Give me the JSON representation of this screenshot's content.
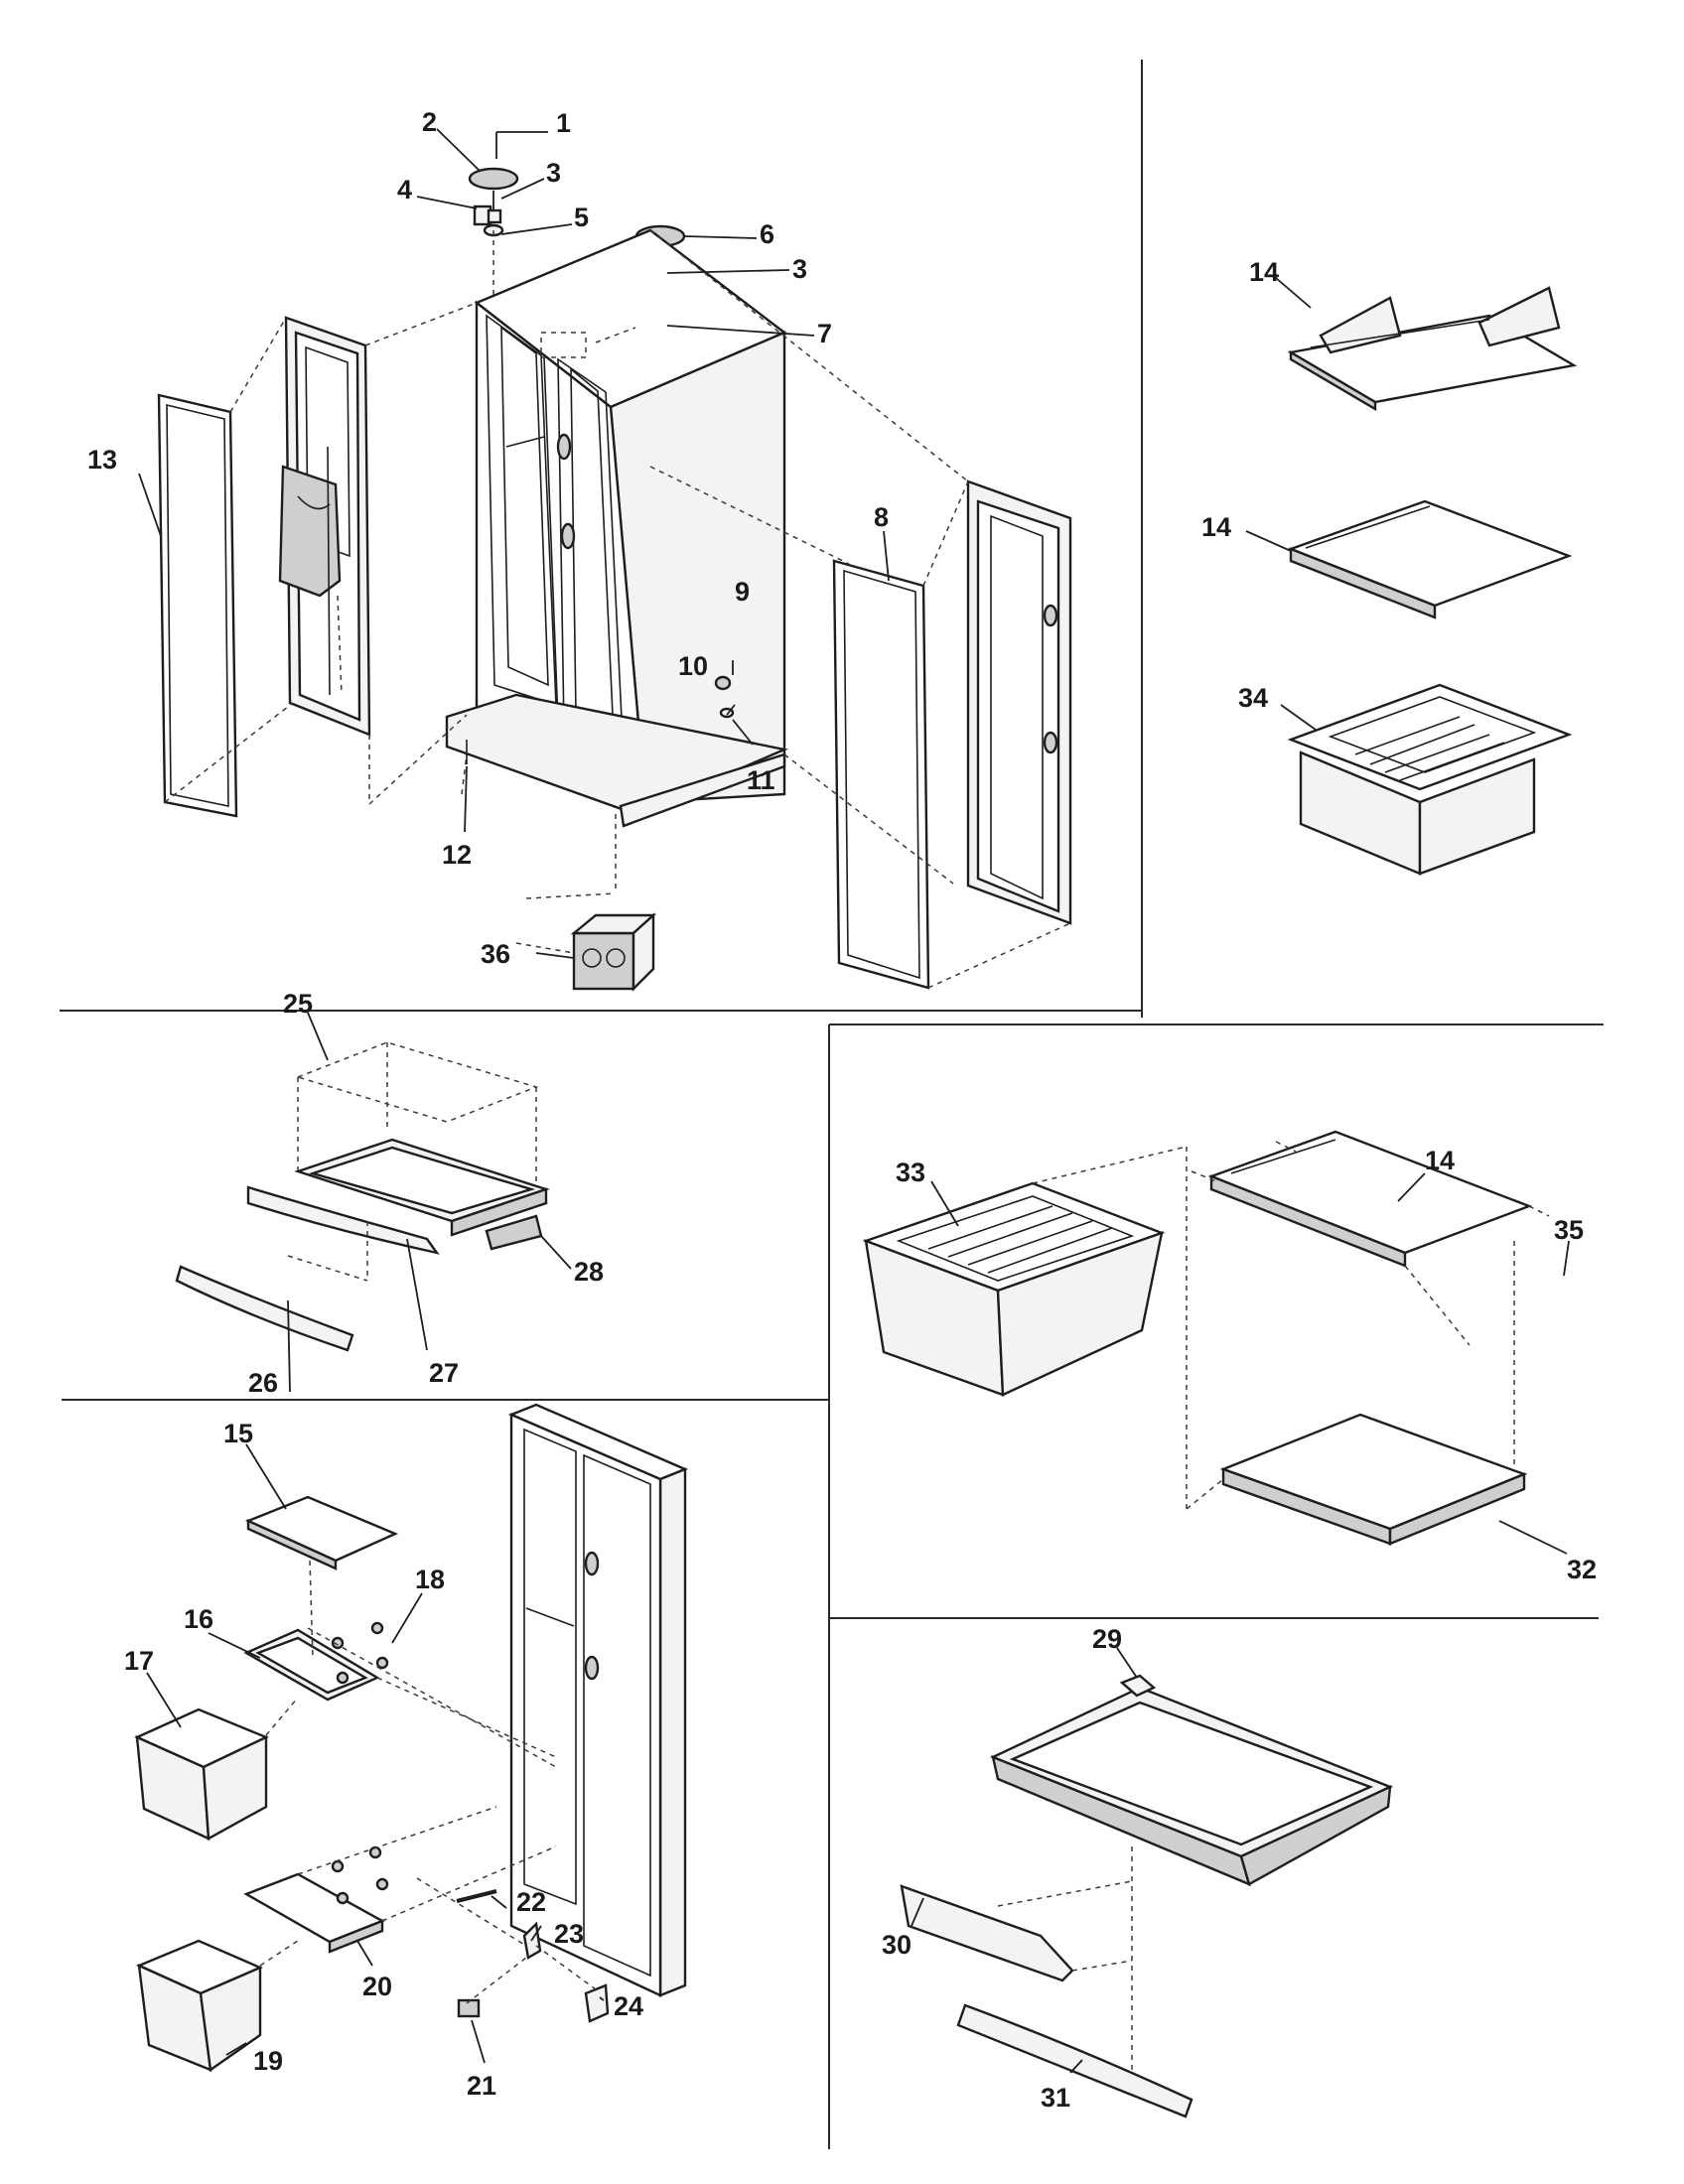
{
  "part_numbers": {
    "n1": "1",
    "n2": "2",
    "n3a": "3",
    "n3b": "3",
    "n4": "4",
    "n5": "5",
    "n6": "6",
    "n7": "7",
    "n8": "8",
    "n9": "9",
    "n10": "10",
    "n11": "11",
    "n12": "12",
    "n13": "13",
    "n14a": "14",
    "n14b": "14",
    "n14c": "14",
    "n15": "15",
    "n16": "16",
    "n17": "17",
    "n18": "18",
    "n19": "19",
    "n20": "20",
    "n21": "21",
    "n22": "22",
    "n23": "23",
    "n24": "24",
    "n25": "25",
    "n26": "26",
    "n27": "27",
    "n28": "28",
    "n29": "29",
    "n30": "30",
    "n31": "31",
    "n32": "32",
    "n33": "33",
    "n34": "34",
    "n35": "35",
    "n36": "36"
  },
  "colors": {
    "line": "#1e1e1e",
    "fill": "#f3f3f3",
    "shade": "#cfcfcf",
    "background": "#ffffff"
  }
}
